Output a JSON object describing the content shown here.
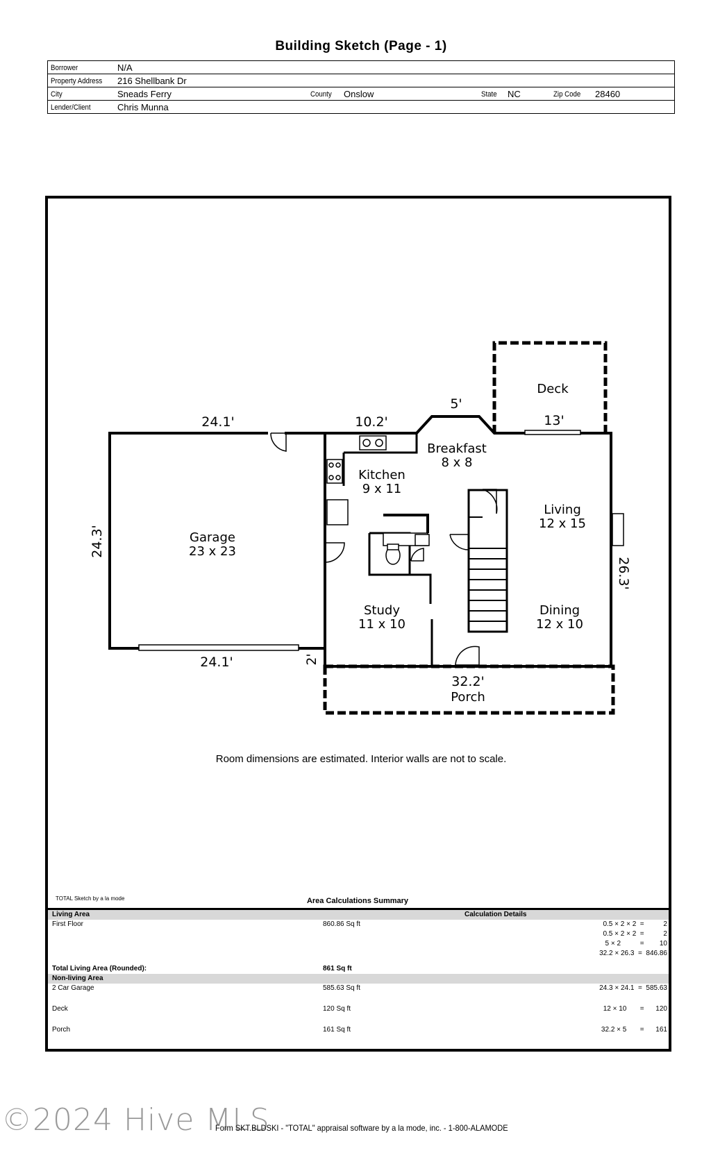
{
  "title": "Building Sketch (Page - 1)",
  "header": {
    "borrower_label": "Borrower",
    "borrower": "N/A",
    "address_label": "Property Address",
    "address": "216 Shellbank Dr",
    "city_label": "City",
    "city": "Sneads Ferry",
    "county_label": "County",
    "county": "Onslow",
    "state_label": "State",
    "state": "NC",
    "zip_label": "Zip Code",
    "zip": "28460",
    "lender_label": "Lender/Client",
    "lender": "Chris Munna"
  },
  "plan": {
    "dims": {
      "garage_top": "24.1'",
      "garage_left": "24.3'",
      "garage_bottom": "24.1'",
      "kitchen_top": "10.2'",
      "bay": "5'",
      "deck_bottom": "13'",
      "right": "26.3'",
      "offset": "2'",
      "porch_top": "32.2'"
    },
    "rooms": {
      "garage": {
        "name": "Garage",
        "size": "23 x 23"
      },
      "kitchen": {
        "name": "Kitchen",
        "size": "9 x 11"
      },
      "breakfast": {
        "name": "Breakfast",
        "size": "8 x 8"
      },
      "living": {
        "name": "Living",
        "size": "12 x 15"
      },
      "study": {
        "name": "Study",
        "size": "11 x 10"
      },
      "dining": {
        "name": "Dining",
        "size": "12 x 10"
      },
      "deck": {
        "name": "Deck"
      },
      "porch": {
        "name": "Porch"
      }
    }
  },
  "note": "Room dimensions are estimated. Interior walls are not to scale.",
  "sketch_credit": "TOTAL Sketch by a la mode",
  "summary": {
    "title": "Area Calculations Summary",
    "living_header": "Living Area",
    "calc_header": "Calculation Details",
    "first_floor": "First Floor",
    "first_floor_area": "860.86 Sq ft",
    "calcs": [
      "0.5 × 2 × 2  =          2",
      "0.5 × 2 × 2  =          2",
      "5 × 2          =        10",
      "32.2 × 26.3  =  846.86"
    ],
    "total_label": "Total Living Area (Rounded):",
    "total_value": "861 Sq ft",
    "nonliving_header": "Non-living Area",
    "items": [
      {
        "name": "2 Car Garage",
        "area": "585.63 Sq ft",
        "calc": "24.3 × 24.1  =  585.63"
      },
      {
        "name": "Deck",
        "area": "120 Sq ft",
        "calc": "12 × 10       =      120"
      },
      {
        "name": "Porch",
        "area": "161 Sq ft",
        "calc": "32.2 × 5       =      161"
      }
    ]
  },
  "footer": "Form SKT.BLDSKI - \"TOTAL\" appraisal software by a la mode, inc. - 1-800-ALAMODE",
  "watermark": "©2024 Hive MLS"
}
